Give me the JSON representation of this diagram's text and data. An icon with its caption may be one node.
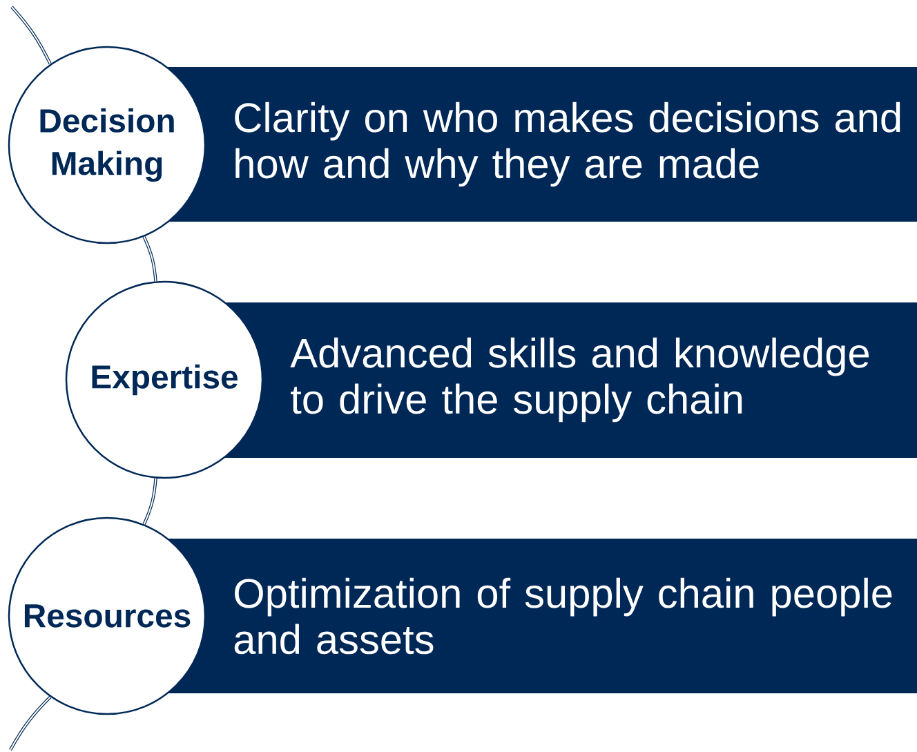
{
  "diagram": {
    "nodes": [
      {
        "text": [
          "Decision Making"
        ]
      },
      {
        "text": [
          "Clarity on who makes decisions and how and why they are made"
        ]
      },
      {
        "text": [
          "Expertise"
        ]
      },
      {
        "text": [
          "Advanced skills and knowledge to drive the supply chain"
        ]
      },
      {
        "text": [
          "Resources"
        ]
      },
      {
        "text": [
          "Optimization of supply chain people and assets"
        ]
      }
    ],
    "edges": [
      {
        "from": null,
        "to": 0,
        "arrow": "none"
      },
      {
        "from": 0,
        "to": 2,
        "arrow": "none"
      },
      {
        "from": 2,
        "to": 4,
        "arrow": "none"
      },
      {
        "from": 4,
        "to": null,
        "arrow": "none"
      }
    ]
  }
}
